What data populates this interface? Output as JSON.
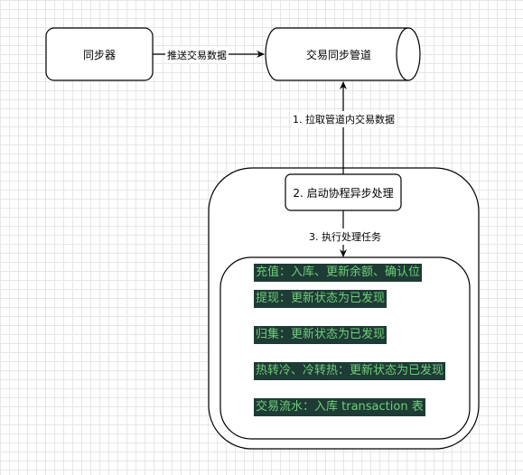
{
  "nodes": {
    "syncer": "同步器",
    "pipeline": "交易同步管道",
    "coroutine": "2. 启动协程异步处理"
  },
  "edges": {
    "push": "推送交易数据",
    "pull": "1. 拉取管道内交易数据",
    "exec": "3. 执行处理任务"
  },
  "tasks": [
    "充值：入库、更新余额、确认位",
    "提现：更新状态为已发现",
    "归集：更新状态为已发现",
    "热转冷、冷转热：更新状态为已发现",
    "交易流水：入库 transaction 表"
  ],
  "colors": {
    "task_bg": "#1e3b35",
    "task_text": "#6fcf7a",
    "stroke": "#000000"
  }
}
